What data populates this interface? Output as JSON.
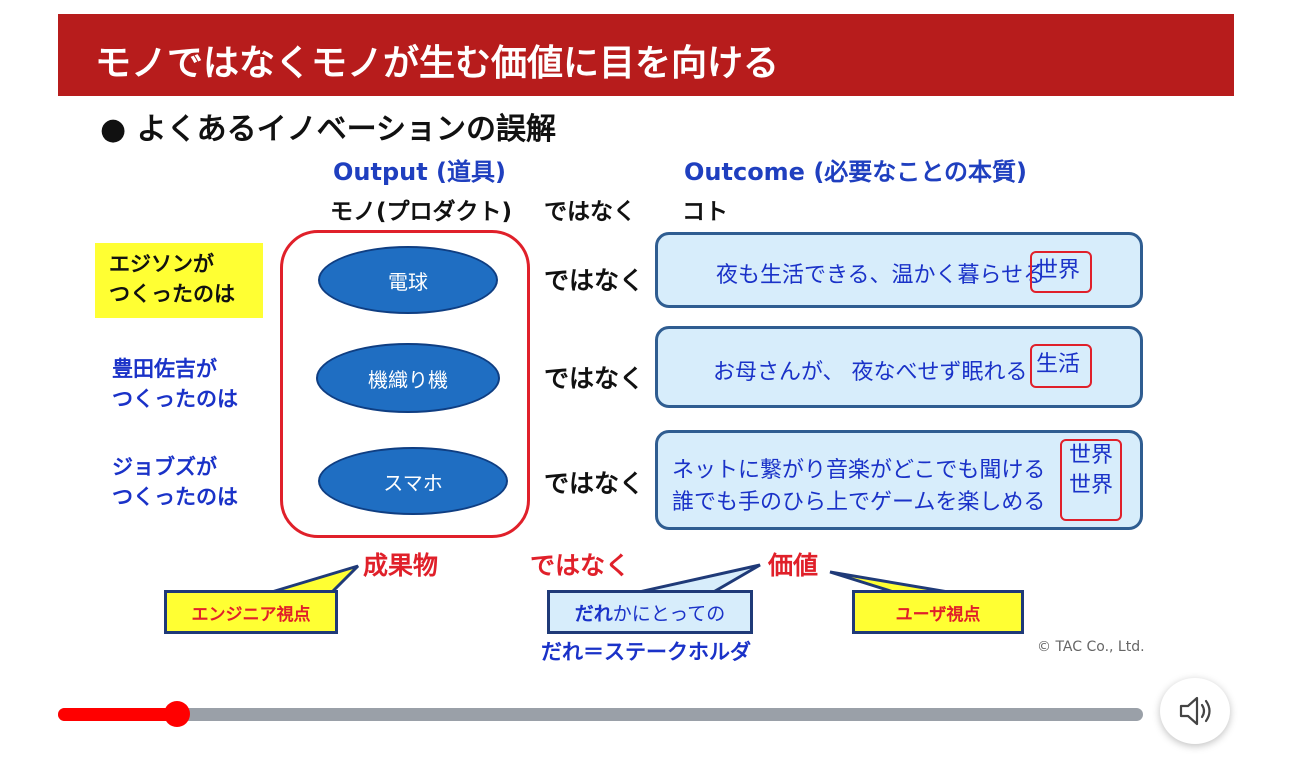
{
  "slide": {
    "title": "モノではなくモノが生む価値に目を向ける",
    "bullet": "● よくあるイノベーションの誤解",
    "output_header": "Output (道具)",
    "outcome_header": "Outcome (必要なことの本質)",
    "mono_label": "モノ(プロダクト)",
    "dewanaku_header": "ではなく",
    "koto_label": "コト",
    "rows": [
      {
        "who": [
          "エジソンが",
          "つくったのは"
        ],
        "product": "電球",
        "dewanaku": "ではなく",
        "outcome_lines": [
          "夜も生活できる、温かく暮らせる"
        ],
        "outcome_tags": [
          "世界"
        ]
      },
      {
        "who": [
          "豊田佐吉が",
          "つくったのは"
        ],
        "product": "機織り機",
        "dewanaku": "ではなく",
        "outcome_lines": [
          "お母さんが、 夜なべせず眠れる"
        ],
        "outcome_tags": [
          "生活"
        ]
      },
      {
        "who": [
          "ジョブズが",
          "つくったのは"
        ],
        "product": "スマホ",
        "dewanaku": "ではなく",
        "outcome_lines": [
          "ネットに繋がり音楽がどこでも聞ける",
          "誰でも手のひら上でゲームを楽しめる"
        ],
        "outcome_tags": [
          "世界",
          "世界"
        ]
      }
    ],
    "bottom": {
      "seikabutsu": "成果物",
      "dewanaku": "ではなく",
      "kachi": "価値",
      "engineer_view": "エンジニア視点",
      "dare_bold": "だれ",
      "dare_rest": "かにとっての",
      "user_view": "ユーザ視点",
      "stakeholder": "だれ＝ステークホルダ"
    },
    "copyright": "© TAC Co., Ltd.",
    "colors": {
      "title_bar": "#b71c1c",
      "accent_red": "#e0202a",
      "text_blue": "#1a32c8",
      "box_fill": "#d7edfb",
      "ellipse_fill": "#1f6ec2",
      "highlight": "#ffff33"
    }
  },
  "player": {
    "progress": 0.11,
    "progress_color": "#ff0000",
    "volume_icon": "speaker-icon"
  }
}
